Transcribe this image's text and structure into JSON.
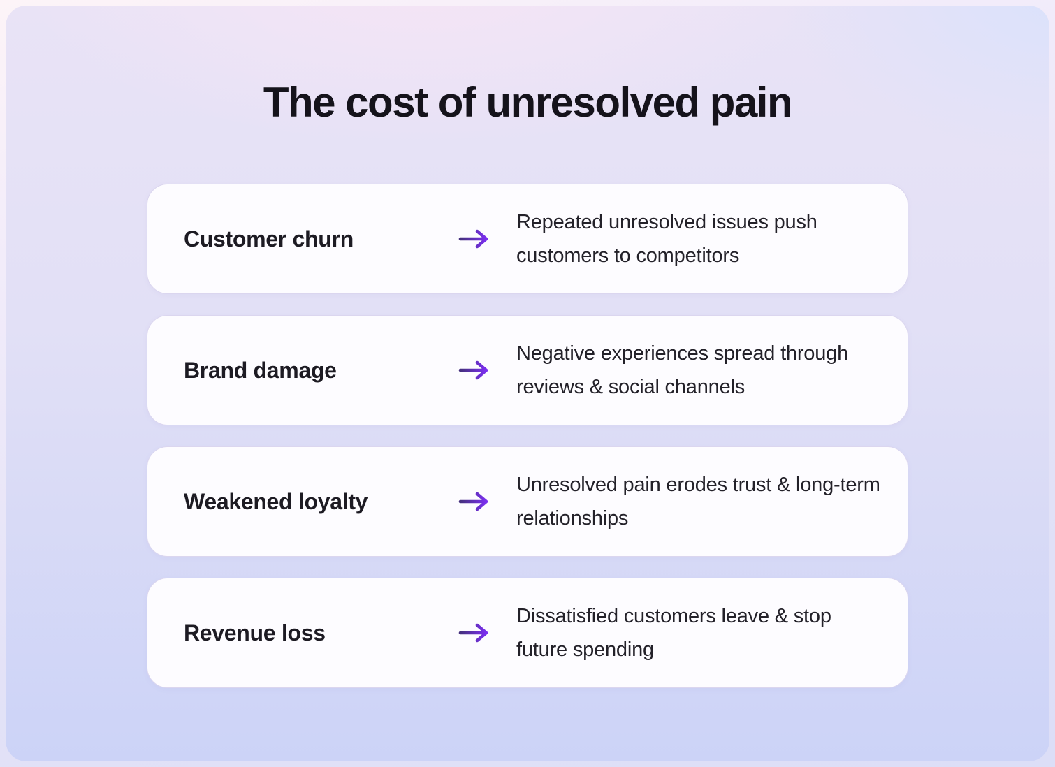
{
  "page": {
    "title": "The cost of unresolved pain"
  },
  "rows": [
    {
      "label": "Customer churn",
      "description": "Repeated unresolved issues push customers to competitors"
    },
    {
      "label": "Brand damage",
      "description": "Negative experiences spread through reviews & social channels"
    },
    {
      "label": "Weakened loyalty",
      "description": "Unresolved pain erodes trust & long-term relationships"
    },
    {
      "label": "Revenue loss",
      "description": "Dissatisfied customers leave & stop future spending"
    }
  ],
  "icons": {
    "arrow": "right-arrow"
  },
  "theme": {
    "accent_arrow_dark": "#45307e",
    "accent_arrow_bright": "#7b2ff0",
    "card_background": "#fdfcff",
    "card_border": "#dbd6ef",
    "title_color": "#15131b",
    "label_color": "#1d1b23",
    "description_color": "#232129",
    "background_top": "#f2ecfa",
    "background_bottom": "#ccd3f7"
  }
}
